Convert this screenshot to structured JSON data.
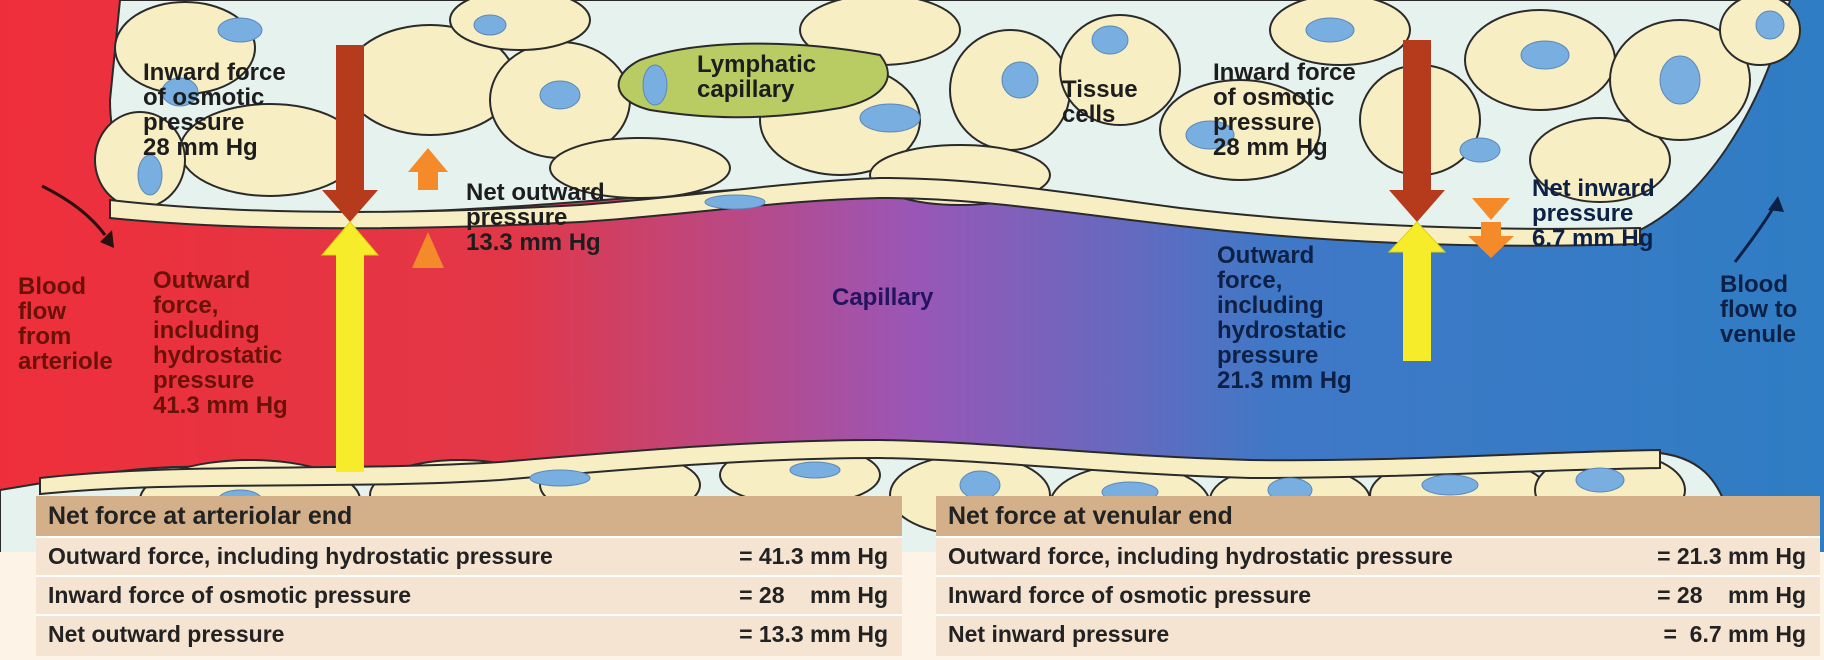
{
  "labels": {
    "arteriole_osmotic": "Inward force\nof osmotic\npressure\n28 mm Hg",
    "arteriole_net": "Net outward\npressure\n13.3 mm Hg",
    "lymphatic": "Lymphatic\ncapillary",
    "tissue_cells": "Tissue\ncells",
    "venule_osmotic": "Inward force\nof osmotic\npressure\n28 mm Hg",
    "venule_net": "Net inward\npressure\n6.7 mm Hg",
    "blood_from": "Blood\nflow\nfrom\narteriole",
    "arteriole_outward": "Outward\nforce,\nincluding\nhydrostatic\npressure\n41.3 mm Hg",
    "capillary": "Capillary",
    "venule_outward": "Outward\nforce,\nincluding\nhydrostatic\npressure\n21.3 mm Hg",
    "blood_to": "Blood\nflow to\nvenule"
  },
  "tables": {
    "arteriolar": {
      "title": "Net force at arteriolar end",
      "rows": [
        {
          "label": "Outward force, including hydrostatic pressure",
          "value": "= 41.3 mm Hg"
        },
        {
          "label": "Inward force of osmotic pressure",
          "value": "= 28    mm Hg"
        },
        {
          "label": "Net outward pressure",
          "value": "= 13.3 mm Hg"
        }
      ]
    },
    "venular": {
      "title": "Net force at venular end",
      "rows": [
        {
          "label": "Outward force, including hydrostatic pressure",
          "value": "= 21.3 mm Hg"
        },
        {
          "label": "Inward force of osmotic pressure",
          "value": "= 28    mm Hg"
        },
        {
          "label": "Net inward pressure",
          "value": "=  6.7 mm Hg"
        }
      ]
    }
  },
  "colors": {
    "arteriole_red": "#ee2f3b",
    "venule_blue": "#2f7dc4",
    "capillary_mid": "#9a56b6",
    "tissue_fluid": "#e6f2ee",
    "cell_fill": "#f8eec4",
    "nucleus": "#79aee0",
    "lymphatic_green": "#b9cc64",
    "osmotic_arrow": "#b63a1c",
    "hydrostatic_arrow": "#f6ec2a",
    "net_arrow": "#f58a2a",
    "table_header": "#d3b08a",
    "table_body": "#f5e4d2"
  }
}
